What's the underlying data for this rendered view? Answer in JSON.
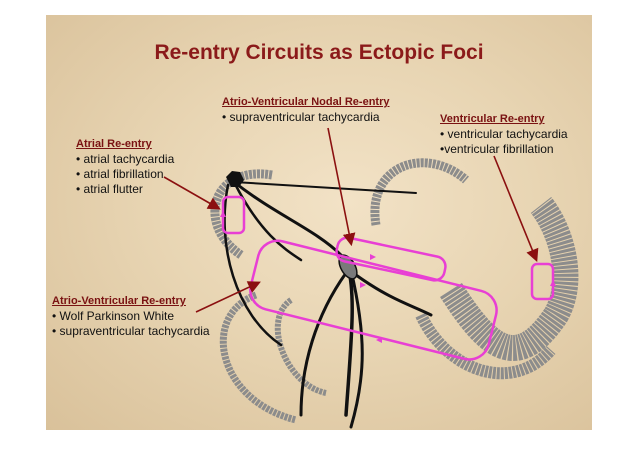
{
  "title": "Re-entry Circuits as Ectopic Foci",
  "labels": {
    "atrial": {
      "heading": "Atrial Re-entry",
      "items": [
        "• atrial tachycardia",
        "• atrial fibrillation",
        "• atrial flutter"
      ]
    },
    "av_nodal": {
      "heading": "Atrio-Ventricular Nodal Re-entry",
      "items": [
        "•  supraventricular tachycardia"
      ]
    },
    "ventricular": {
      "heading": "Ventricular Re-entry",
      "items": [
        "• ventricular tachycardia",
        "•ventricular fibrillation"
      ]
    },
    "av": {
      "heading": "Atrio-Ventricular Re-entry",
      "items": [
        "• Wolf Parkinson White",
        "• supraventricular tachycardia"
      ]
    }
  },
  "colors": {
    "title": "#8b1a1a",
    "circuit": "#e83fd4",
    "arrow": "#8b1010",
    "heart_wall": "#8c8c8c",
    "conduction": "#111111"
  }
}
